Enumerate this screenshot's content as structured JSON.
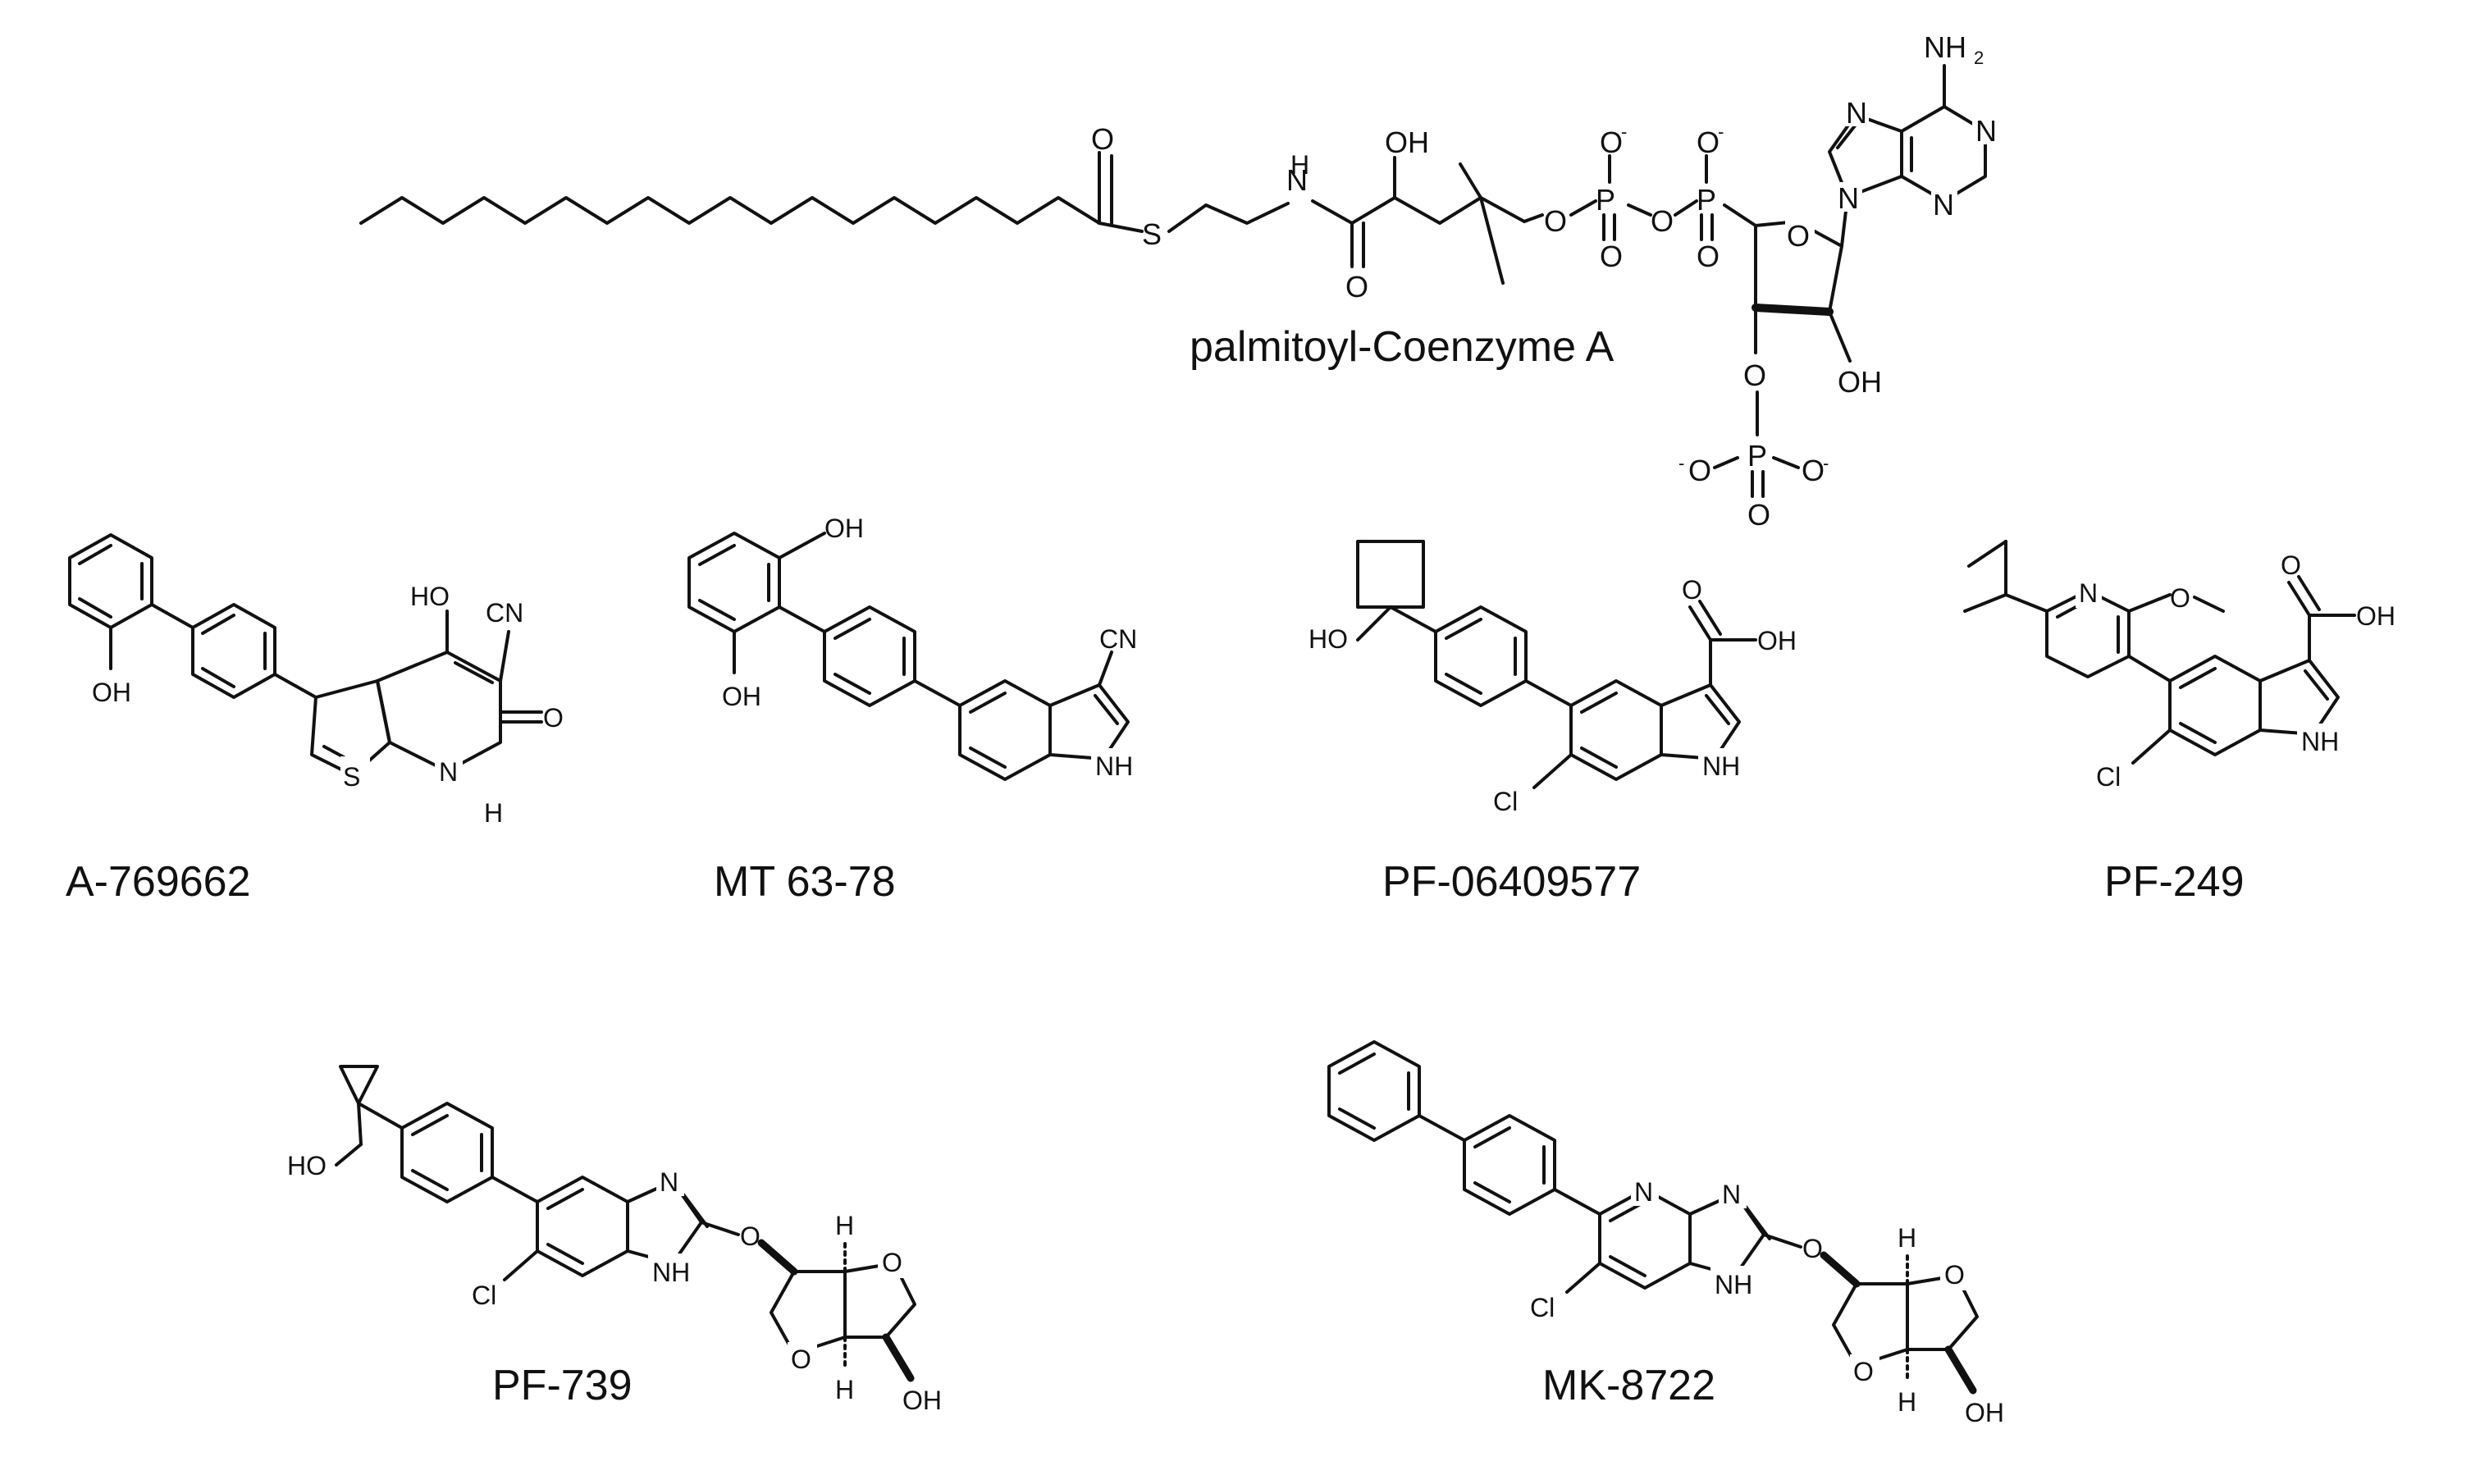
{
  "compounds": {
    "pcoa": {
      "name": "palmitoyl-Coenzyme A"
    },
    "a769662": {
      "name": "A-769662"
    },
    "mt6378": {
      "name": "MT 63-78"
    },
    "pf06409577": {
      "name": "PF-06409577"
    },
    "pf249": {
      "name": "PF-249"
    },
    "pf739": {
      "name": "PF-739"
    },
    "mk8722": {
      "name": "MK-8722"
    }
  },
  "atom_labels": {
    "o": "O",
    "s": "S",
    "n": "N",
    "p": "P",
    "h": "H",
    "oh": "OH",
    "ho": "HO",
    "nh": "NH",
    "nh2": "NH",
    "sub2": "2",
    "cn": "CN",
    "cl": "Cl",
    "minus": "-"
  },
  "colors": {
    "ink": "#111111",
    "background": "#ffffff"
  }
}
